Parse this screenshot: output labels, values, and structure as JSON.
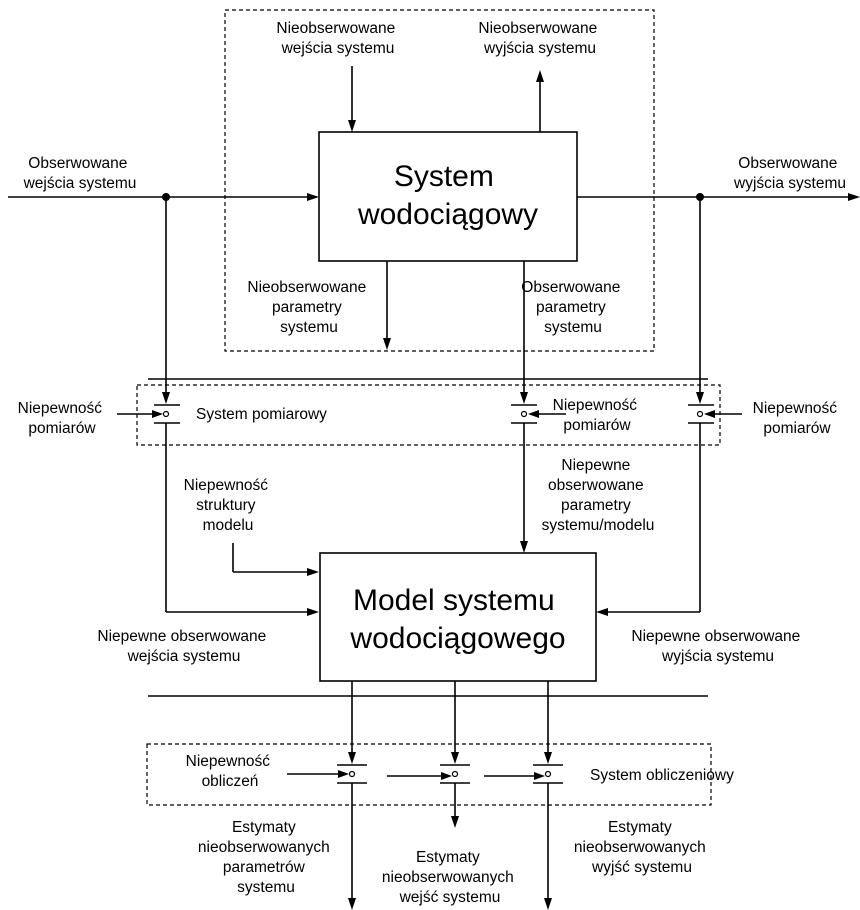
{
  "diagram": {
    "top_inputs": [
      "Nieobserwowane",
      "wejścia systemu"
    ],
    "top_outputs": [
      "Nieobserwowane",
      "wyjścia systemu"
    ],
    "obs_inputs": [
      "Obserwowane",
      "wejścia systemu"
    ],
    "obs_outputs": [
      "Obserwowane",
      "wyjścia systemu"
    ],
    "system_box": [
      "System",
      "wodociągowy"
    ],
    "unobs_params": [
      "Nieobserwowane",
      "parametry",
      "systemu"
    ],
    "obs_params": [
      "Obserwowane",
      "parametry",
      "systemu"
    ],
    "meas_uncert_left": [
      "Niepewność",
      "pomiarów"
    ],
    "meas_uncert_mid": [
      "Niepewność",
      "pomiarów"
    ],
    "meas_uncert_right": [
      "Niepewność",
      "pomiarów"
    ],
    "measurement_system": "System pomiarowy",
    "model_struct_uncert": [
      "Niepewność",
      "struktury",
      "modelu"
    ],
    "uncertain_obs_params": [
      "Niepewne",
      "obserwowane",
      "parametry",
      "systemu/modelu"
    ],
    "model_box": [
      "Model systemu",
      "wodociągowego"
    ],
    "uncertain_obs_inputs": [
      "Niepewne obserwowane",
      "wejścia systemu"
    ],
    "uncertain_obs_outputs": [
      "Niepewne obserwowane",
      "wyjścia systemu"
    ],
    "calc_uncert": [
      "Niepewność",
      "obliczeń"
    ],
    "computation_system": "System obliczeniowy",
    "est_params": [
      "Estymaty",
      "nieobserwowanych",
      "parametrów",
      "systemu"
    ],
    "est_inputs": [
      "Estymaty",
      "nieobserwowanych",
      "wejść systemu"
    ],
    "est_outputs": [
      "Estymaty",
      "nieobserwowanych",
      "wyjść systemu"
    ]
  }
}
